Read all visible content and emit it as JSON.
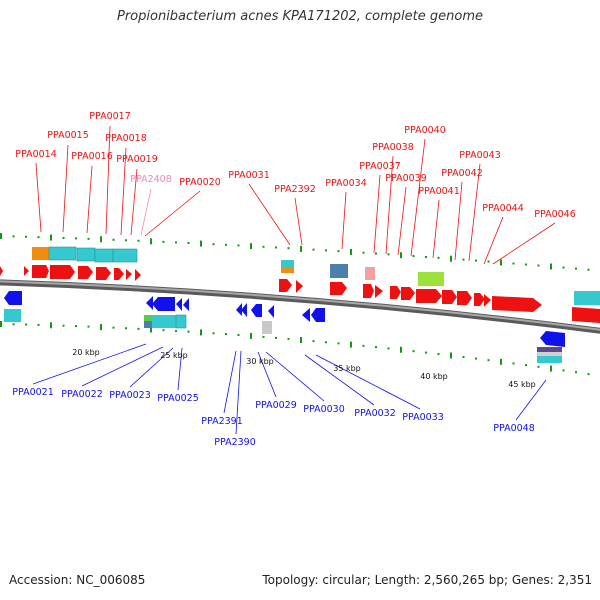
{
  "title": "Propionibacterium acnes KPA171202, complete genome",
  "accession": "Accession: NC_006085",
  "summary": "Topology: circular; Length: 2,560,265 bp; Genes: 2,351",
  "scale_labels": [
    "20 kbp",
    "25 kbp",
    "30 kbp",
    "35 kbp",
    "40 kbp",
    "45 kbp"
  ],
  "top_labels": [
    "PPA0014",
    "PPA0015",
    "PPA0016",
    "PPA0017",
    "PPA0018",
    "PPA0019",
    "PPA2408",
    "PPA0020",
    "PPA0031",
    "PPA2392",
    "PPA0034",
    "PPA0037",
    "PPA0038",
    "PPA0039",
    "PPA0040",
    "PPA0041",
    "PPA0042",
    "PPA0043",
    "PPA0044",
    "PPA0046"
  ],
  "bottom_labels": [
    "PPA0021",
    "PPA0022",
    "PPA0023",
    "PPA0025",
    "PPA2391",
    "PPA2390",
    "PPA0029",
    "PPA0030",
    "PPA0032",
    "PPA0033",
    "PPA0048"
  ],
  "colors": {
    "forward_strand": "#ee1111",
    "reverse_strand": "#1111ee",
    "pseudo_label": "#ee88bb",
    "backbone": "#808080",
    "tick": "#119911"
  }
}
